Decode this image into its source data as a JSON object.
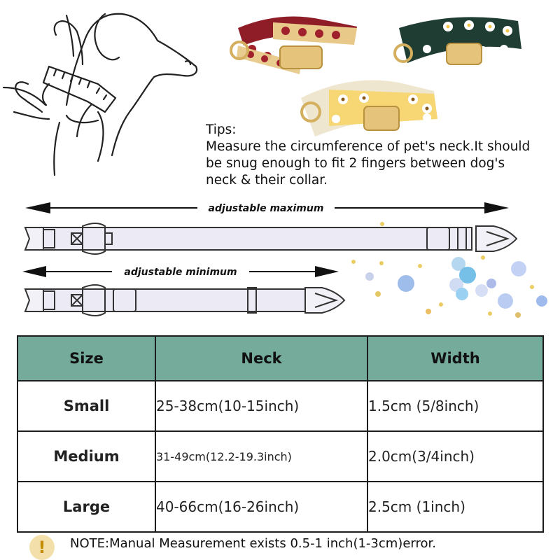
{
  "tips": {
    "heading": "Tips:",
    "lines": [
      "Measure the circumference of pet's neck.It should",
      "be snug enough to fit 2 fingers between dog's",
      "neck & their collar."
    ]
  },
  "diagram": {
    "max_label": "adjustable maximum",
    "min_label": "adjustable minimum"
  },
  "table": {
    "headers": [
      "Size",
      "Neck",
      "Width"
    ],
    "rows": [
      {
        "size": "Small",
        "neck": "25-38cm(10-15inch)",
        "width": "1.5cm (5/8inch)"
      },
      {
        "size": "Medium",
        "neck": "31-49cm(12.2-19.3inch)",
        "width": "2.0cm(3/4inch)"
      },
      {
        "size": "Large",
        "neck": "40-66cm(16-26inch)",
        "width": "2.5cm (1inch)"
      }
    ],
    "header_color": "#74ab9b"
  },
  "note": {
    "icon": "!",
    "text": "NOTE:Manual Measurement exists 0.5-1 inch(1-3cm)error."
  },
  "collars": [
    {
      "name": "red-floral-collar",
      "band": "#8f1d28",
      "pattern": "#e8c98a",
      "flower": "#a0202c"
    },
    {
      "name": "green-daisy-collar",
      "band": "#1f3d33",
      "pattern": "#2a4f42",
      "flower": "#ffffff"
    },
    {
      "name": "yellow-daisy-collar",
      "band": "#efe6cf",
      "pattern": "#f6d774",
      "flower": "#ffffff"
    }
  ]
}
